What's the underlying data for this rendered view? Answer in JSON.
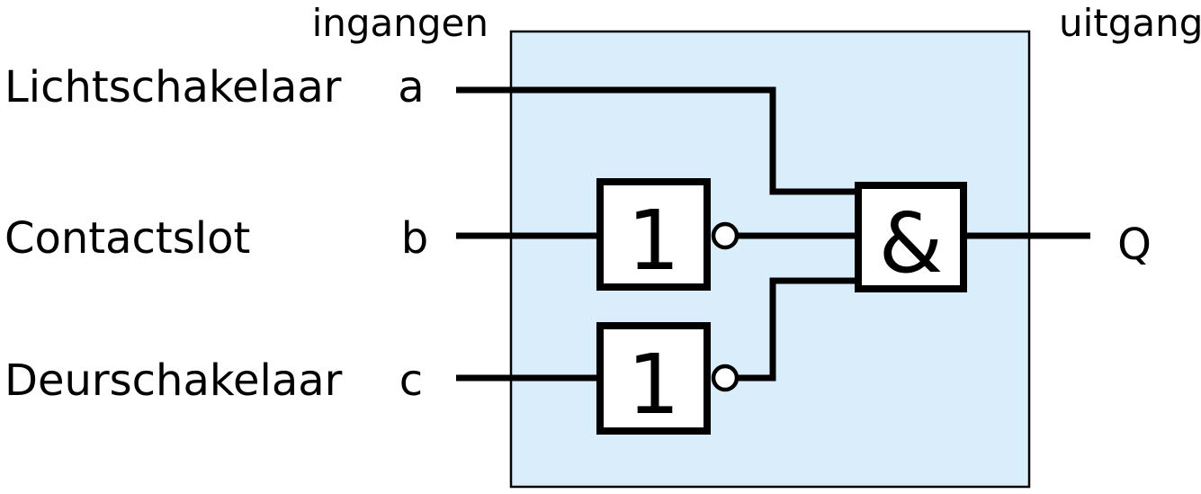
{
  "header": {
    "inputs_label": "ingangen",
    "output_label": "uitgang"
  },
  "inputs": [
    {
      "label": "Lichtschakelaar",
      "signal": "a"
    },
    {
      "label": "Contactslot",
      "signal": "b"
    },
    {
      "label": "Deurschakelaar",
      "signal": "c"
    }
  ],
  "gates": [
    {
      "type": "NOT",
      "symbol": "1"
    },
    {
      "type": "NOT",
      "symbol": "1"
    },
    {
      "type": "AND",
      "symbol": "&"
    }
  ],
  "output": {
    "signal": "Q"
  },
  "colors": {
    "circuit_fill": "#d9edfb",
    "line": "#000000",
    "gate_fill": "#ffffff"
  }
}
